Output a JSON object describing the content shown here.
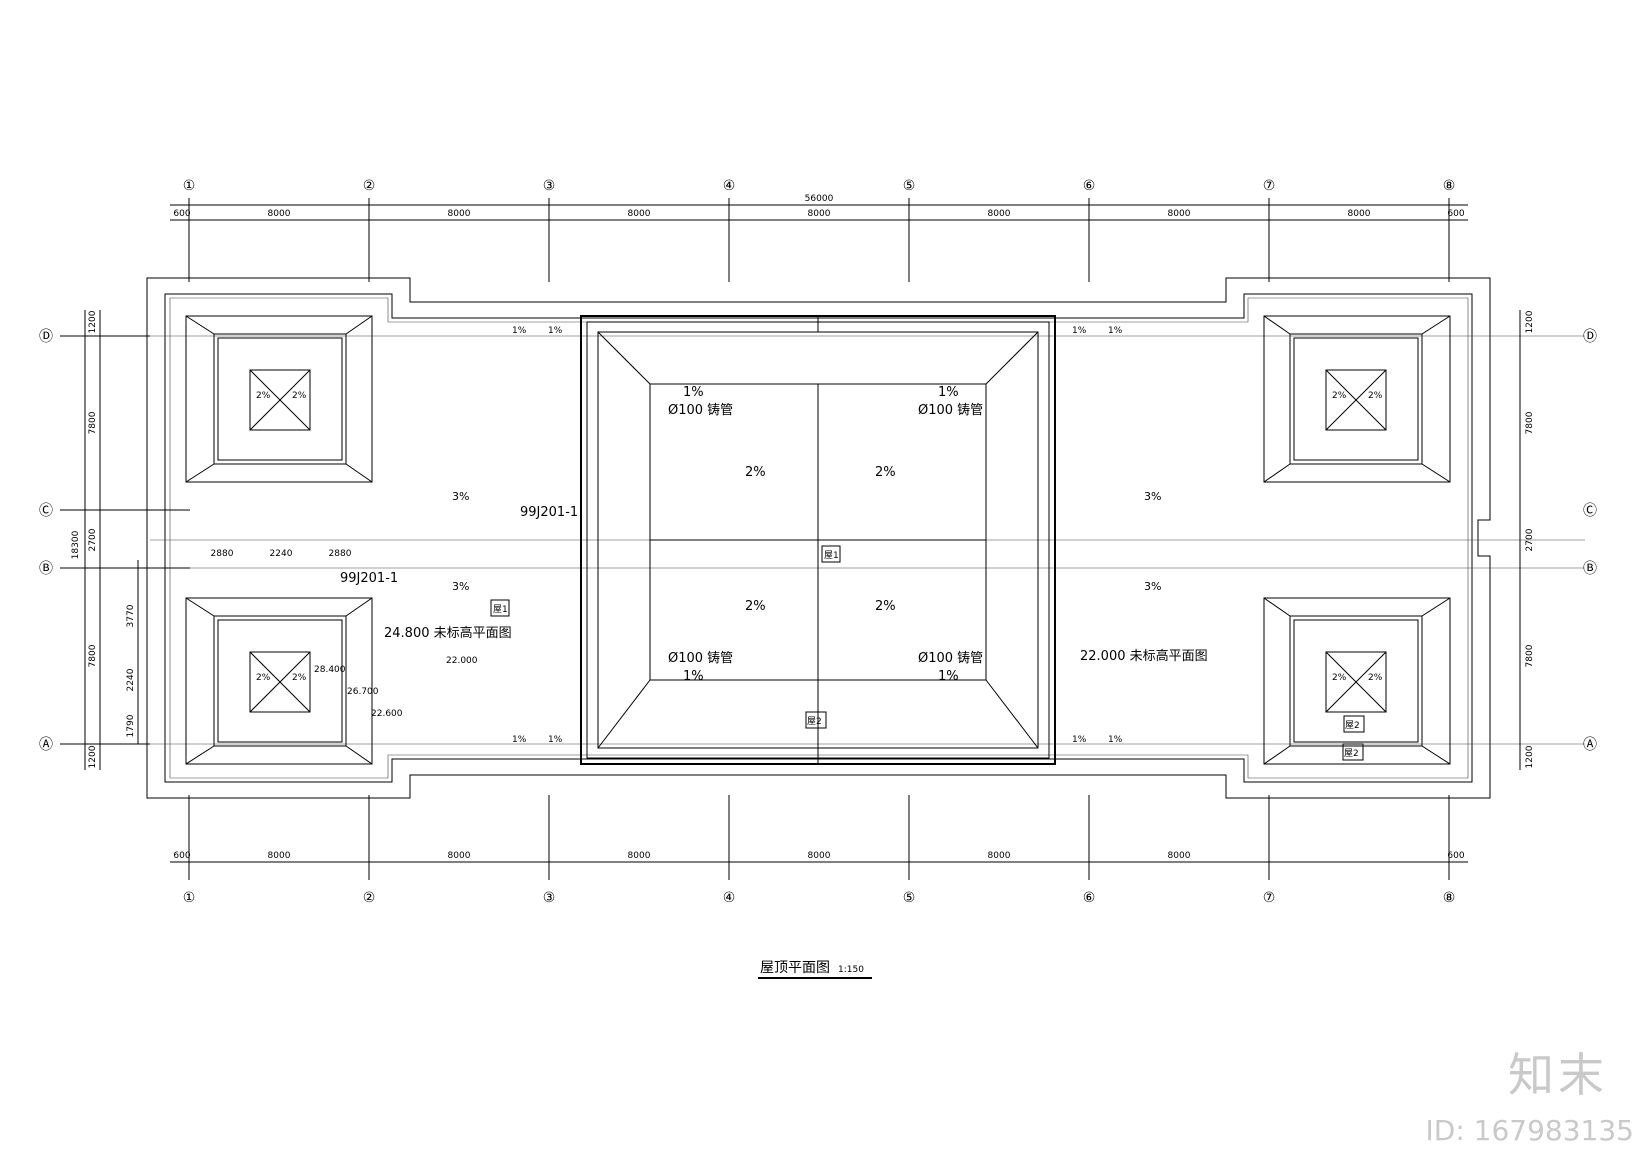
{
  "drawing": {
    "title": "屋顶平面图",
    "scale": "1:150",
    "axes_x": [
      "①",
      "②",
      "③",
      "④",
      "⑤",
      "⑥",
      "⑦",
      "⑧"
    ],
    "axes_y": [
      "Ⓓ",
      "Ⓒ",
      "Ⓑ",
      "Ⓐ"
    ],
    "total_width": "56000",
    "bay_width": "8000",
    "edge_offset": "600",
    "total_depth": "18300",
    "vert_dims": [
      "1200",
      "7800",
      "2700",
      "7800",
      "1200"
    ],
    "tower_sub_dims": [
      "2880",
      "2240",
      "2880"
    ],
    "tower_vert_dims": [
      "3770",
      "2240",
      "1790"
    ],
    "slopes": {
      "p1": "1%",
      "p2": "2%",
      "p3": "3%"
    },
    "pipe_label": "Ø100 铸管",
    "ref_code": "99J201-1",
    "elevations": {
      "e24800": "24.800 未标高平面图",
      "e22000a": "22.000 未标高平面图",
      "e22000": "22.000",
      "e28400": "28.400",
      "e26700": "26.700",
      "e22600": "22.600"
    },
    "room_tags": [
      "屋1",
      "屋2"
    ]
  },
  "watermark": {
    "logo": "知末",
    "id": "ID: 167983135"
  }
}
